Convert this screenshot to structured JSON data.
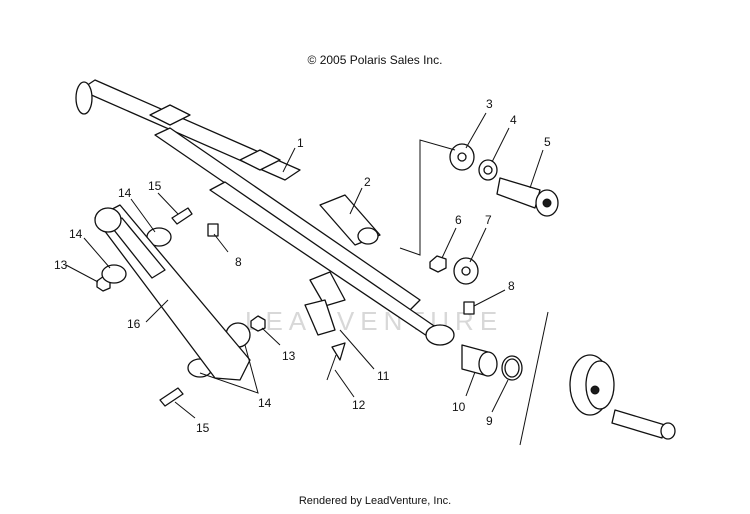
{
  "header": {
    "copyright": "© 2005 Polaris Sales Inc."
  },
  "footer": {
    "rendered_by": "Rendered by LeadVenture, Inc."
  },
  "watermark": {
    "text": "LEADVENTURE"
  },
  "callouts": {
    "c1": "1",
    "c2": "2",
    "c3": "3",
    "c4": "4",
    "c5": "5",
    "c6": "6",
    "c7": "7",
    "c8a": "8",
    "c8b": "8",
    "c9": "9",
    "c10": "10",
    "c11": "11",
    "c12": "12",
    "c13a": "13",
    "c13b": "13",
    "c14a": "14",
    "c14b": "14",
    "c14c": "14",
    "c15a": "15",
    "c15b": "15",
    "c16": "16"
  }
}
